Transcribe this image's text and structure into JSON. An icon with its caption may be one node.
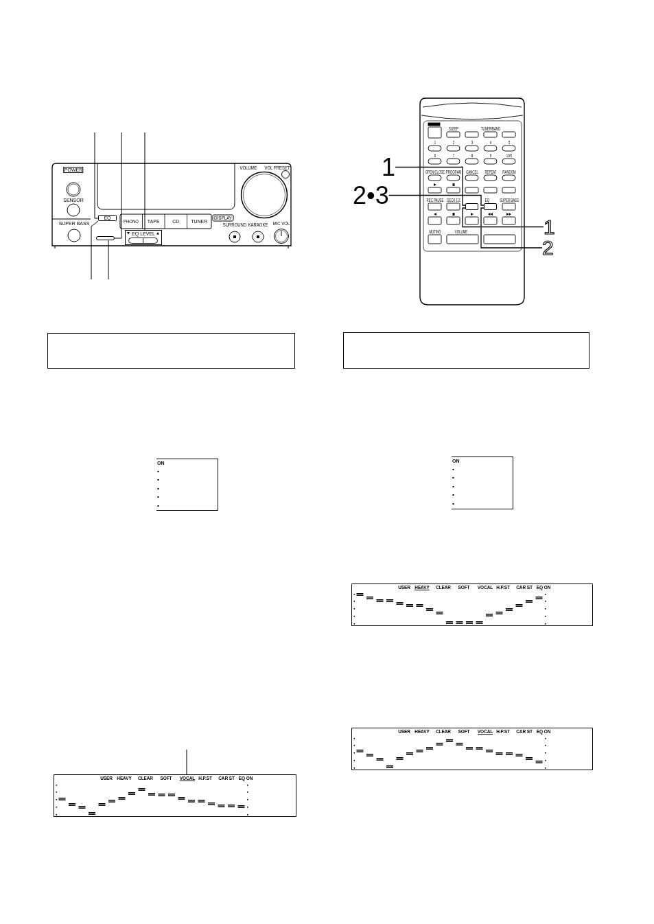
{
  "diagram": {
    "nodes": [
      {
        "text": [
          "EQ"
        ]
      },
      {
        "text": [],
        "shape": "box"
      },
      {
        "text": [
          "EQ LEVEL"
        ]
      },
      {
        "text": [],
        "shape": "box"
      },
      {
        "text": [
          "ON"
        ]
      },
      {
        "text": [
          "USER",
          "HEAVY",
          "CLEAR",
          "SOFT",
          "VOCAL",
          "H.P.ST",
          "CAR ST",
          "EQ ON"
        ]
      },
      {
        "text": [
          "1"
        ]
      },
      {
        "text": [
          "2•3"
        ]
      },
      {
        "text": [],
        "shape": "box"
      },
      {
        "text": [],
        "shape": "box"
      },
      {
        "text": [
          "1"
        ]
      },
      {
        "text": [
          "2"
        ]
      },
      {
        "text": [],
        "shape": "box"
      },
      {
        "text": [
          "ON"
        ]
      },
      {
        "text": [
          "USER",
          "HEAVY",
          "CLEAR",
          "SOFT",
          "VOCAL",
          "H.P.ST",
          "CAR ST",
          "EQ ON"
        ]
      },
      {
        "text": [
          "USER",
          "HEAVY",
          "CLEAR",
          "SOFT",
          "VOCAL",
          "H.P.ST",
          "CAR ST",
          "EQ ON"
        ]
      }
    ],
    "edges": [
      {
        "from": null,
        "to": 0,
        "arrow": "none"
      },
      {
        "from": null,
        "to": 1,
        "arrow": "none"
      },
      {
        "from": null,
        "to": 2,
        "arrow": "none"
      },
      {
        "from": null,
        "to": 0,
        "arrow": "none"
      },
      {
        "from": null,
        "to": 1,
        "arrow": "none"
      },
      {
        "from": null,
        "to": 5,
        "arrow": "none"
      },
      {
        "from": 6,
        "to": 8,
        "arrow": "none"
      },
      {
        "from": 7,
        "to": 9,
        "arrow": "none"
      },
      {
        "from": 10,
        "to": 8,
        "arrow": "none"
      },
      {
        "from": 11,
        "to": 9,
        "arrow": "none"
      }
    ],
    "labels": [
      "POWER",
      "VOLUME",
      "VOL PRESET",
      "SENSOR",
      "PHONO",
      "TAPE",
      "CD",
      "TUNER",
      "DISPLAY",
      "SUPER BASS",
      "SURROUND",
      "KARAOKE",
      "MIC VOL",
      "SLEEP",
      "TUNER/BAND",
      "1",
      "2",
      "3",
      "4",
      "5",
      "6",
      "7",
      "8",
      "9",
      "10/0",
      "OPEN/CLOSE",
      "PROGRAM",
      "CANCEL",
      "REPEAT",
      "RANDOM",
      "REC PAUSE",
      "DECK 1/2",
      "EQ",
      "SUPER BASS",
      "MUTING",
      "VOLUME"
    ]
  }
}
